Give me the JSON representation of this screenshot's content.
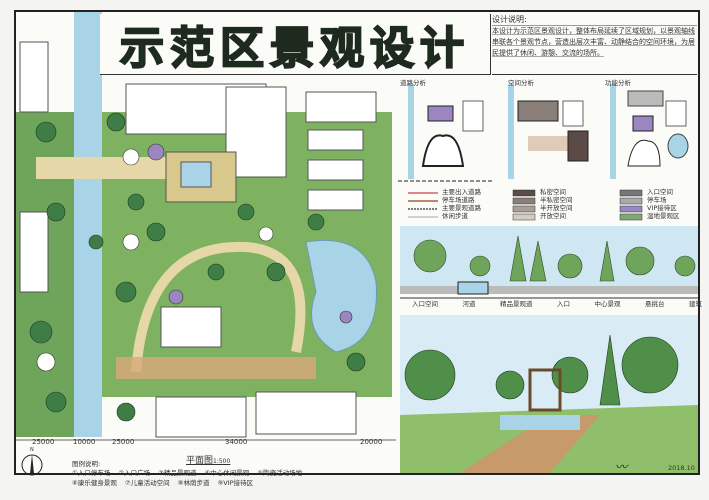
{
  "title": "示范区景观设计",
  "description": {
    "heading": "设计说明:",
    "text": "本设计为示范区景观设计，整体布局延续了区域规划，以景观轴线串联各个景观节点，营造出层次丰富、动静结合的空间环境，为居民提供了休闲、游憩、交流的场所。"
  },
  "analysis": [
    {
      "title": "道路分析",
      "legend": [
        "主要出入道路",
        "停车场道路",
        "主要景观道路",
        "休闲步道"
      ]
    },
    {
      "title": "空间分析",
      "legend": [
        "私密空间",
        "半私密空间",
        "半开放空间",
        "开放空间"
      ]
    },
    {
      "title": "功能分析",
      "legend": [
        "入口空间",
        "停车场",
        "VIP接待区",
        "湿地景观区"
      ]
    }
  ],
  "section_labels": [
    "入口空间",
    "河道",
    "精品景观道",
    "入口",
    "中心景观",
    "悬挑台",
    "建筑"
  ],
  "plan": {
    "title": "平面图",
    "scale": "1:500",
    "dimensions": [
      "25000",
      "10000",
      "25000",
      "34000",
      "20000"
    ],
    "legend_title": "图例说明:",
    "legend": [
      "①入口停车场",
      "②入口广场",
      "③精品景观道",
      "④中心休闲景观",
      "⑤陶瓷活动场地",
      "⑥康乐健身景观",
      "⑦儿童活动空间",
      "⑧林荫步道",
      "⑨VIP接待区"
    ],
    "north": "N"
  },
  "signature": "2018.10",
  "colors": {
    "green": "#3f7d47",
    "water": "#a9d3e6",
    "building": "#ffffff",
    "path": "#e6d7a8",
    "purple": "#9b86c2"
  }
}
